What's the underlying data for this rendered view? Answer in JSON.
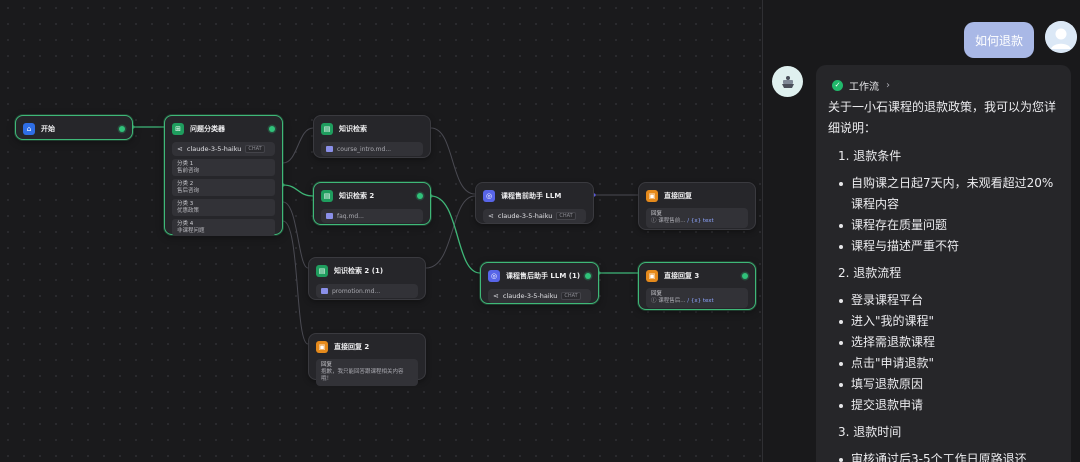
{
  "canvas": {
    "nodes": {
      "start": {
        "title": "开始"
      },
      "classifier": {
        "title": "问题分类器",
        "model": "claude-3-5-haiku",
        "model_tag": "CHAT",
        "classes": [
          {
            "label": "分类 1",
            "text": "售前咨询"
          },
          {
            "label": "分类 2",
            "text": "售后咨询"
          },
          {
            "label": "分类 3",
            "text": "优惠政策"
          },
          {
            "label": "分类 4",
            "text": "非课程问题"
          }
        ]
      },
      "kb1": {
        "title": "知识检索",
        "file": "course_intro.md..."
      },
      "kb2": {
        "title": "知识检索 2",
        "file": "faq.md..."
      },
      "kb3": {
        "title": "知识检索 2 (1)",
        "file": "promotion.md..."
      },
      "reply2": {
        "title": "直接回复 2",
        "label": "回复",
        "text": "抱歉，我只能回答跟课程相关内容哦！"
      },
      "llm_pre": {
        "title": "课程售前助手 LLM",
        "model": "claude-3-5-haiku",
        "model_tag": "CHAT"
      },
      "llm_post": {
        "title": "课程售后助手 LLM (1)",
        "model": "claude-3-5-haiku",
        "model_tag": "CHAT"
      },
      "reply1": {
        "title": "直接回复",
        "label": "回复",
        "var_prefix": "课程售前...",
        "var": "/ {x} text"
      },
      "reply3": {
        "title": "直接回复 3",
        "label": "回复",
        "var_prefix": "课程售后...",
        "var": "/ {x} text"
      }
    }
  },
  "chat": {
    "user_message": "如何退款",
    "workflow_label": "工作流",
    "answer": {
      "intro": "关于一小石课程的退款政策，我可以为您详细说明：",
      "sections": [
        {
          "title": "1. 退款条件",
          "items": [
            "自购课之日起7天内，未观看超过20%课程内容",
            "课程存在质量问题",
            "课程与描述严重不符"
          ]
        },
        {
          "title": "2. 退款流程",
          "items": [
            "登录课程平台",
            "进入\"我的课程\"",
            "选择需退款课程",
            "点击\"申请退款\"",
            "填写退款原因",
            "提交退款申请"
          ]
        },
        {
          "title": "3. 退款时间",
          "items": [
            "审核通过后3-5个工作日原路退还"
          ]
        }
      ]
    }
  },
  "colors": {
    "active_border": "#3fb878",
    "user_bubble": "#a9b8e6",
    "status_dot": "#30c27a"
  }
}
